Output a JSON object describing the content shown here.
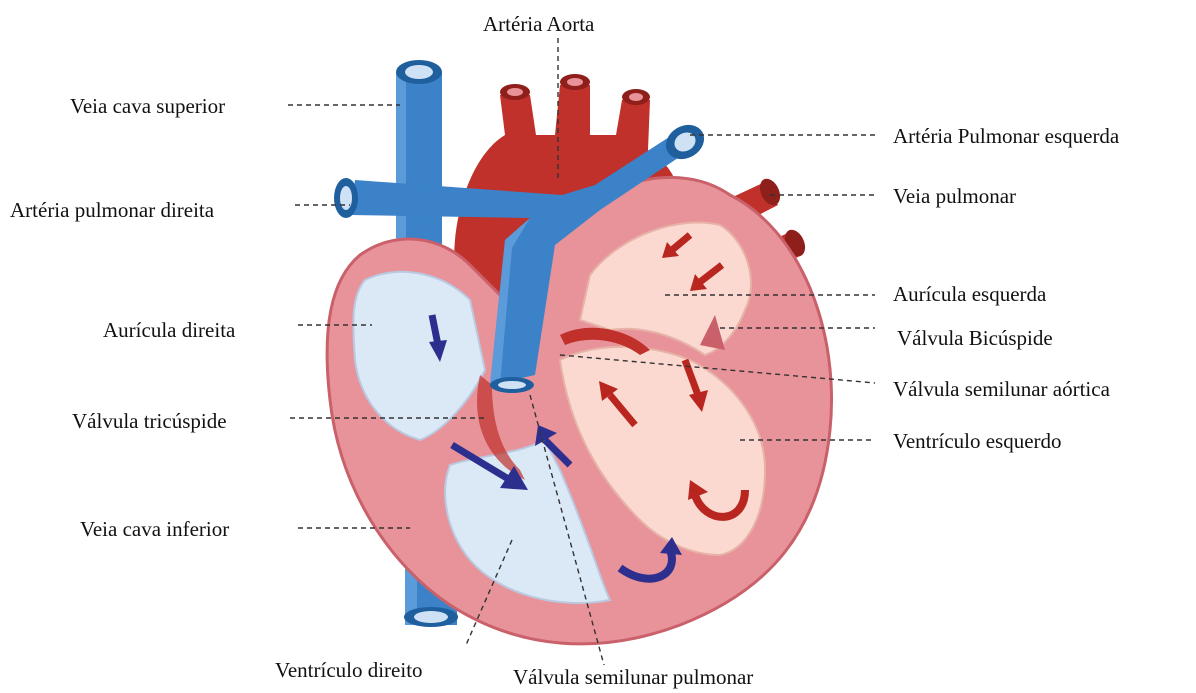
{
  "labels": {
    "arteria_aorta": "Artéria Aorta",
    "veia_cava_superior": "Veia cava superior",
    "arteria_pulmonar_esquerda": "Artéria Pulmonar esquerda",
    "veia_pulmonar": "Veia pulmonar",
    "arteria_pulmonar_direita": "Artéria pulmonar direita",
    "auricula_esquerda": "Aurícula esquerda",
    "valvula_bicuspide": "Válvula Bicúspide",
    "auricula_direita": "Aurícula direita",
    "valvula_semilunar_aortica": "Válvula semilunar aórtica",
    "valvula_tricuspide": "Válvula tricúspide",
    "ventriculo_esquerdo": "Ventrículo esquerdo",
    "veia_cava_inferior": "Veia cava inferior",
    "ventriculo_direito": "Ventrículo direito",
    "valvula_semilunar_pulmonar": "Válvula semilunar pulmonar"
  },
  "colors": {
    "vein_blue": "#3b82c8",
    "vein_blue_dark": "#1f5f9e",
    "artery_red": "#c0312b",
    "artery_red_dark": "#8e1f1b",
    "wall_pink": "#e8939a",
    "wall_pink_dark": "#c9606a",
    "right_chamber": "#dbe8f6",
    "left_chamber": "#fbd9d0",
    "arrow_blue": "#2d2f8f",
    "arrow_red": "#b8261f"
  }
}
